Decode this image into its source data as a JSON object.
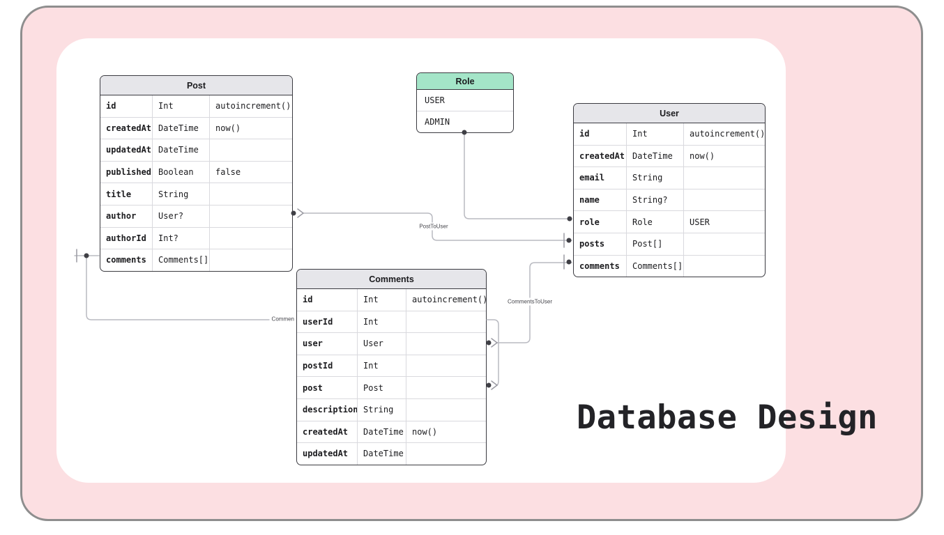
{
  "page": {
    "title_text": "Database Design"
  },
  "colors": {
    "pink_background": "#fcdfe2",
    "frame_border": "#8e8e8e",
    "card_background": "#ffffff",
    "table_header_gray": "#e6e6ea",
    "enum_header_green": "#a4e5c8",
    "table_border": "#3a3a40",
    "connector_line": "#b9bac1",
    "connector_dot": "#3f3f45"
  },
  "tables": {
    "post": {
      "name": "Post",
      "rows": [
        {
          "field": "id",
          "type": "Int",
          "default": "autoincrement()"
        },
        {
          "field": "createdAt",
          "type": "DateTime",
          "default": "now()"
        },
        {
          "field": "updatedAt",
          "type": "DateTime",
          "default": ""
        },
        {
          "field": "published",
          "type": "Boolean",
          "default": "false"
        },
        {
          "field": "title",
          "type": "String",
          "default": ""
        },
        {
          "field": "author",
          "type": "User?",
          "default": ""
        },
        {
          "field": "authorId",
          "type": "Int?",
          "default": ""
        },
        {
          "field": "comments",
          "type": "Comments[]",
          "default": ""
        }
      ]
    },
    "role": {
      "name": "Role",
      "values": [
        "USER",
        "ADMIN"
      ]
    },
    "user": {
      "name": "User",
      "rows": [
        {
          "field": "id",
          "type": "Int",
          "default": "autoincrement()"
        },
        {
          "field": "createdAt",
          "type": "DateTime",
          "default": "now()"
        },
        {
          "field": "email",
          "type": "String",
          "default": ""
        },
        {
          "field": "name",
          "type": "String?",
          "default": ""
        },
        {
          "field": "role",
          "type": "Role",
          "default": "USER"
        },
        {
          "field": "posts",
          "type": "Post[]",
          "default": ""
        },
        {
          "field": "comments",
          "type": "Comments[]",
          "default": ""
        }
      ]
    },
    "comments": {
      "name": "Comments",
      "rows": [
        {
          "field": "id",
          "type": "Int",
          "default": "autoincrement()"
        },
        {
          "field": "userId",
          "type": "Int",
          "default": ""
        },
        {
          "field": "user",
          "type": "User",
          "default": ""
        },
        {
          "field": "postId",
          "type": "Int",
          "default": ""
        },
        {
          "field": "post",
          "type": "Post",
          "default": ""
        },
        {
          "field": "description",
          "type": "String",
          "default": ""
        },
        {
          "field": "createdAt",
          "type": "DateTime",
          "default": "now()"
        },
        {
          "field": "updatedAt",
          "type": "DateTime",
          "default": ""
        }
      ]
    }
  },
  "relationship_labels": {
    "post_to_user": "PostToUser",
    "comments_to_user": "CommentsToUser",
    "comment_to_post_partial": "Commen"
  }
}
